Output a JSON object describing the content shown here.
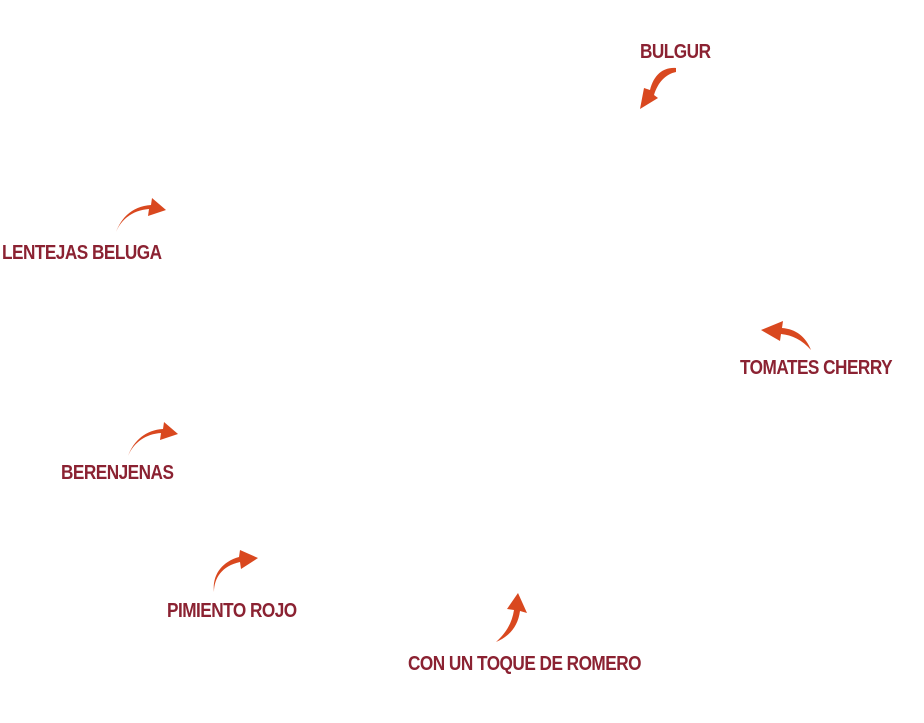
{
  "colors": {
    "label": "#8b2232",
    "arrow": "#d9481f"
  },
  "annotations": [
    {
      "label": "BULGUR",
      "arrow_icon": "curved-arrow-down-left-icon"
    },
    {
      "label": "LENTEJAS BELUGA",
      "arrow_icon": "curved-arrow-up-right-icon"
    },
    {
      "label": "TOMATES CHERRY",
      "arrow_icon": "curved-arrow-up-left-icon"
    },
    {
      "label": "BERENJENAS",
      "arrow_icon": "curved-arrow-up-right-icon"
    },
    {
      "label": "PIMIENTO ROJO",
      "arrow_icon": "curved-arrow-up-right-icon"
    },
    {
      "label": "CON UN TOQUE DE ROMERO",
      "arrow_icon": "curved-arrow-up-icon"
    }
  ]
}
